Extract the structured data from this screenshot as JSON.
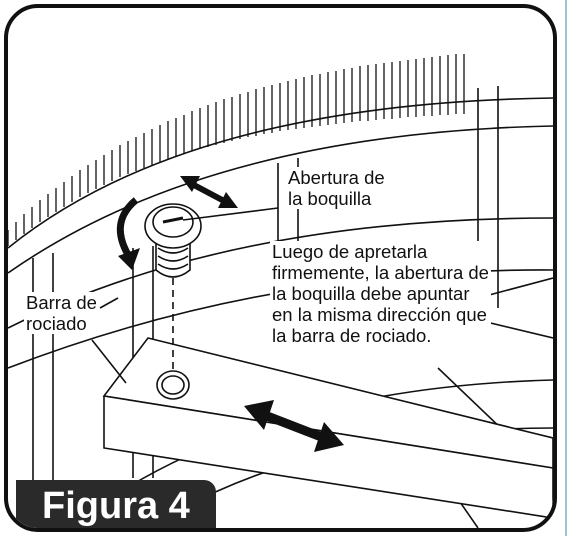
{
  "labels": {
    "nozzle_opening": [
      "Abertura de",
      "la boquilla"
    ],
    "instruction": [
      "Luego de apretarla",
      "firmemente, la abertura de",
      "la boquilla debe apuntar",
      "en la misma dirección que",
      "la barra de rociado."
    ],
    "spray_bar": [
      "Barra de",
      "rociado"
    ]
  },
  "figure_label": "Figura 4",
  "colors": {
    "ink": "#111111",
    "badge": "#2a2a2a",
    "accent_line": "#9cc3d8"
  }
}
